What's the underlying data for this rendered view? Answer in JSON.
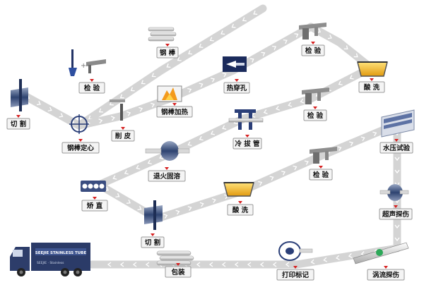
{
  "colors": {
    "path": "#d4d4d4",
    "chevron": "#ffffff",
    "arrow": "#d62020",
    "steel": "#4a5f8a",
    "acid": "#f2b420"
  },
  "truck": {
    "logo_text": "SEEJIE STAINLESS TUBE",
    "sub_text": "SEEJIE · Stainless"
  },
  "steps": [
    {
      "id": "gangbang",
      "label": "钢 棒",
      "icon": "bars-icon"
    },
    {
      "id": "jianyan1",
      "label": "检 验",
      "icon": "inspection-tool-icon"
    },
    {
      "id": "qiege1",
      "label": "切 割",
      "icon": "cutter-icon"
    },
    {
      "id": "dingxin",
      "label": "钢棒定心",
      "icon": "crosshair-icon"
    },
    {
      "id": "xuepi",
      "label": "削 皮",
      "icon": "peeling-tool-icon"
    },
    {
      "id": "jiare",
      "label": "钢棒加热",
      "icon": "furnace-icon"
    },
    {
      "id": "chuankong",
      "label": "热穿孔",
      "icon": "piercing-icon"
    },
    {
      "id": "jianyan2",
      "label": "检 验",
      "icon": "caliper-icon"
    },
    {
      "id": "suanxi1",
      "label": "酸 洗",
      "icon": "acid-tank-icon"
    },
    {
      "id": "jianyan3",
      "label": "检 验",
      "icon": "caliper-icon"
    },
    {
      "id": "lengba",
      "label": "冷 拔 管",
      "icon": "cold-drawing-icon"
    },
    {
      "id": "tuihuo",
      "label": "退火固溶",
      "icon": "annealing-roll-icon"
    },
    {
      "id": "jianyan4",
      "label": "检 验",
      "icon": "caliper-icon"
    },
    {
      "id": "shuiya",
      "label": "水压试验",
      "icon": "hydro-test-icon"
    },
    {
      "id": "jiaozhi",
      "label": "矫 直",
      "icon": "straightener-icon"
    },
    {
      "id": "suanxi2",
      "label": "酸 洗",
      "icon": "acid-tank-icon"
    },
    {
      "id": "chaosheng",
      "label": "超声探伤",
      "icon": "ultrasonic-icon"
    },
    {
      "id": "qiege2",
      "label": "切 割",
      "icon": "cutter-icon"
    },
    {
      "id": "baozhuang",
      "label": "包装",
      "icon": "package-icon"
    },
    {
      "id": "dayin",
      "label": "打印标记",
      "icon": "printer-icon"
    },
    {
      "id": "woliu",
      "label": "涡流探伤",
      "icon": "eddy-current-icon"
    }
  ]
}
